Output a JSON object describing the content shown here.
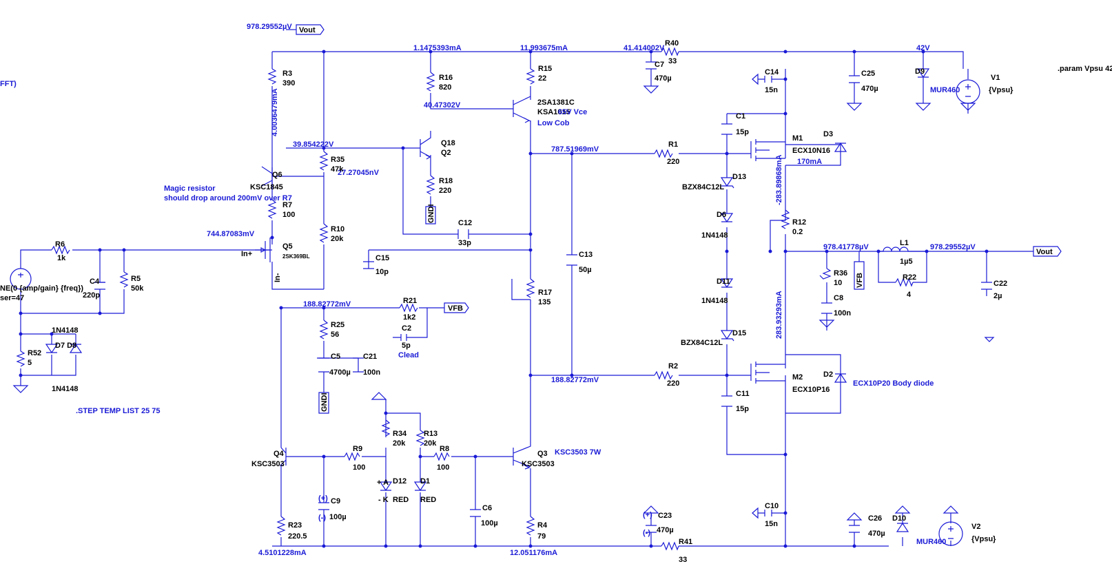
{
  "directive": ".param Vpsu 42",
  "directive_step": ".STEP TEMP LIST 25 75",
  "cut_text": {
    "fft": "FFT)",
    "sine": "NE(0 {amp/gain} {freq})",
    "ser": "ser=47"
  },
  "notes": {
    "magic1": "Magic resistor",
    "magic2": "should drop around 200mV over R7",
    "q18_vce": "65V Vce",
    "q18_cob": "Low Cob",
    "c2_clead": "Clead",
    "q3_power": "KSC3503 7W",
    "d2_note": "ECX10P20 Body diode",
    "m1_current": "170mA",
    "d12_a": "+ A",
    "d12_k": "- K",
    "c9_plus": "(+)",
    "c9_minus": "(-)",
    "c23_plus": "(+)",
    "c23_minus": "(-)"
  },
  "nets": {
    "vout_top": "978.29552µV",
    "i_top_1": "1.1475393mA",
    "i_top_2": "11.993675mA",
    "v_r40": "41.414002V",
    "v_42": "42V",
    "v_q18b": "40.47302V",
    "v_q2b": "39.854222V",
    "v_q6": "27.27045nV",
    "v_r7": "744.87083mV",
    "v_r25": "188.82772mV",
    "v_m1g": "787.51969mV",
    "v_m2g": "188.82772mV",
    "v_out_l1": "978.41778µV",
    "v_out_r": "978.29552µV",
    "i_r3": "4.0036479mA",
    "i_m1": "-283.89868mA",
    "i_m2": "283.93293mA",
    "i_bot_1": "4.5101228mA",
    "i_bot_2": "12.051176mA"
  },
  "flags": {
    "vout": "Vout",
    "vfb": "VFB",
    "gnd": "GNDI"
  },
  "components": [
    {
      "ref": "R3",
      "value": "390"
    },
    {
      "ref": "R16",
      "value": "820"
    },
    {
      "ref": "R15",
      "value": "22"
    },
    {
      "ref": "R40",
      "value": "33"
    },
    {
      "ref": "C7",
      "value": "470µ"
    },
    {
      "ref": "C14",
      "value": "15n"
    },
    {
      "ref": "C25",
      "value": "470µ"
    },
    {
      "ref": "D9",
      "value": "MUR460"
    },
    {
      "ref": "V1",
      "value": "{Vpsu}"
    },
    {
      "ref": "R35",
      "value": "47k"
    },
    {
      "ref": "Q6",
      "value": "KSC1845"
    },
    {
      "ref": "Q2",
      "value": "KSA1015"
    },
    {
      "ref": "Q18",
      "value": "2SA1381C"
    },
    {
      "ref": "R18",
      "value": "220"
    },
    {
      "ref": "R7",
      "value": "100"
    },
    {
      "ref": "Q5",
      "value": "2SK369BL"
    },
    {
      "ref": "R10",
      "value": "20k"
    },
    {
      "ref": "C12",
      "value": "33p"
    },
    {
      "ref": "C15",
      "value": "10p"
    },
    {
      "ref": "R6",
      "value": "1k"
    },
    {
      "ref": "C4",
      "value": "220p"
    },
    {
      "ref": "R5",
      "value": "50k"
    },
    {
      "ref": "R17",
      "value": "135"
    },
    {
      "ref": "C13",
      "value": "50µ"
    },
    {
      "ref": "R1",
      "value": "220"
    },
    {
      "ref": "C1",
      "value": "15p"
    },
    {
      "ref": "M1",
      "value": "ECX10N16"
    },
    {
      "ref": "D3",
      "value": ""
    },
    {
      "ref": "D13",
      "value": "BZX84C12L"
    },
    {
      "ref": "D6",
      "value": "1N4148"
    },
    {
      "ref": "R12",
      "value": "0.2"
    },
    {
      "ref": "L1",
      "value": "1µ5"
    },
    {
      "ref": "R22",
      "value": "4"
    },
    {
      "ref": "R36",
      "value": "10"
    },
    {
      "ref": "C8",
      "value": "100n"
    },
    {
      "ref": "C22",
      "value": "2µ"
    },
    {
      "ref": "D11",
      "value": "1N4148"
    },
    {
      "ref": "D15",
      "value": "BZX84C12L"
    },
    {
      "ref": "R21",
      "value": "1k2"
    },
    {
      "ref": "C2",
      "value": "5p"
    },
    {
      "ref": "R25",
      "value": "56"
    },
    {
      "ref": "C5",
      "value": "4700µ"
    },
    {
      "ref": "C21",
      "value": "100n"
    },
    {
      "ref": "R52",
      "value": "5"
    },
    {
      "ref": "D7 D8",
      "value": "1N4148"
    },
    {
      "ref": "R2",
      "value": "220"
    },
    {
      "ref": "M2",
      "value": "ECX10P16"
    },
    {
      "ref": "D2",
      "value": ""
    },
    {
      "ref": "C11",
      "value": "15p"
    },
    {
      "ref": "Q4",
      "value": "KSC3503"
    },
    {
      "ref": "R9",
      "value": "100"
    },
    {
      "ref": "R34",
      "value": "20k"
    },
    {
      "ref": "R13",
      "value": "20k"
    },
    {
      "ref": "R8",
      "value": "100"
    },
    {
      "ref": "Q3",
      "value": "KSC3503"
    },
    {
      "ref": "D12",
      "value": "RED"
    },
    {
      "ref": "D1",
      "value": "RED"
    },
    {
      "ref": "C9",
      "value": "100µ"
    },
    {
      "ref": "C6",
      "value": "100µ"
    },
    {
      "ref": "R23",
      "value": "220.5"
    },
    {
      "ref": "R4",
      "value": "79"
    },
    {
      "ref": "C23",
      "value": "470µ"
    },
    {
      "ref": "R41",
      "value": "33"
    },
    {
      "ref": "C10",
      "value": "15n"
    },
    {
      "ref": "C26",
      "value": "470µ"
    },
    {
      "ref": "D10",
      "value": "MUR460"
    },
    {
      "ref": "V2",
      "value": "{Vpsu}"
    }
  ],
  "pins": {
    "in_plus": "In+",
    "in_minus": "In-"
  },
  "colors": {
    "wire": "#1a1ad6",
    "label": "#000000",
    "annotation": "#1a1ad6"
  }
}
